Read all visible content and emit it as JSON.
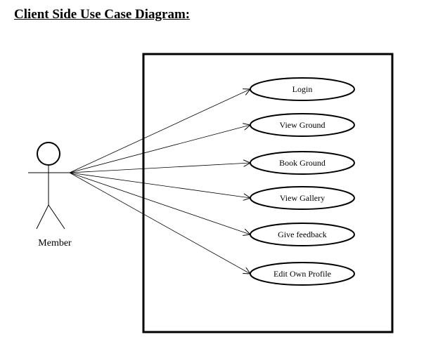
{
  "title": "Client Side Use Case Diagram:",
  "actor": {
    "name": "Member"
  },
  "use_cases": [
    {
      "label": "Login"
    },
    {
      "label": "View Ground"
    },
    {
      "label": "Book Ground"
    },
    {
      "label": "View Gallery"
    },
    {
      "label": "Give feedback"
    },
    {
      "label": "Edit Own Profile"
    }
  ]
}
